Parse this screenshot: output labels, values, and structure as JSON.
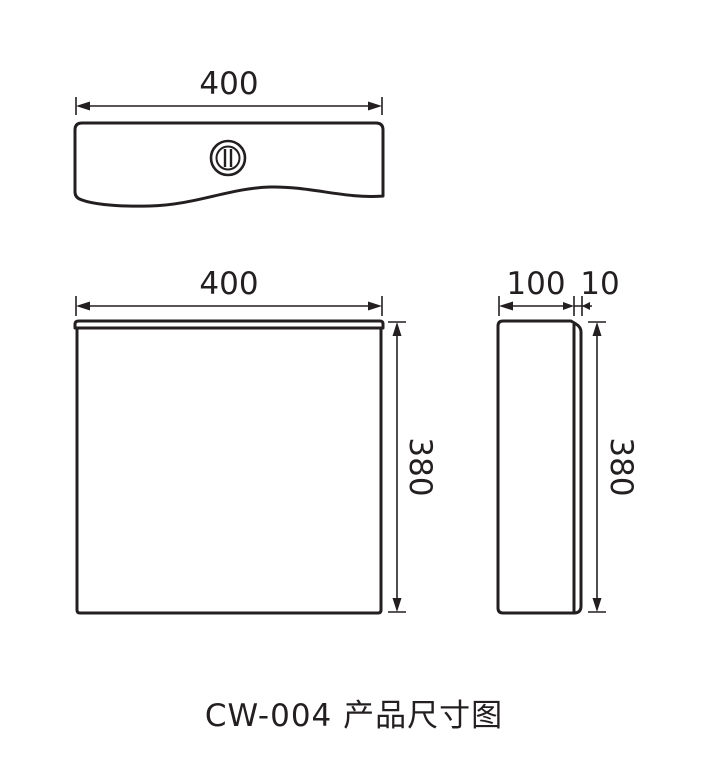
{
  "drawing": {
    "top_view": {
      "width_label": "400"
    },
    "front_view": {
      "width_label": "400",
      "height_label": "380"
    },
    "side_view": {
      "depth_label": "100",
      "lid_label": "10",
      "height_label": "380"
    }
  },
  "caption": "CW-004 产品尺寸图"
}
